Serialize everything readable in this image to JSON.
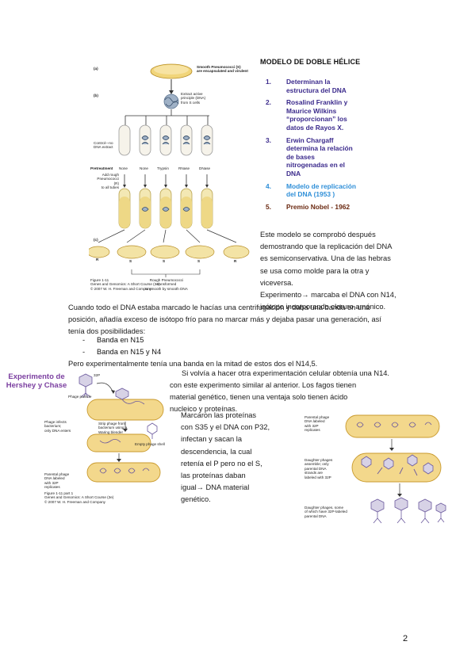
{
  "figure_griffith": {
    "label_a": "(a)",
    "label_b": "(b)",
    "label_c": "(c)",
    "smooth_caption": [
      "Smooth Pneumococci (S)",
      "are encapsulated and virulent"
    ],
    "extract_caption": [
      "Extract active",
      "principle (DNA)",
      "from S cells"
    ],
    "control_caption": [
      "Control—no",
      "DNA extract"
    ],
    "pretreatment_label": "Pretreatment",
    "treatments": [
      "None",
      "None",
      "Trypsin",
      "RNase",
      "DNase"
    ],
    "add_rough_caption": [
      "Add rough",
      "Pneumococci (R)",
      "to all tubes"
    ],
    "plate_letters": [
      "R",
      "S",
      "S",
      "S",
      "R"
    ],
    "rough_caption": [
      "Rough Pneumococci transformed",
      "to smooth by smooth DNA"
    ],
    "figure_number": "Figure 1-11",
    "figure_source": [
      "Genes and Genomics: A Short Course (3e)",
      "© 2007 W. H. Freeman and Company"
    ]
  },
  "model": {
    "title": "MODELO DE DOBLE HÉLICE",
    "items": [
      {
        "num": "1.",
        "lines": [
          "Determinan la",
          "estructura del DNA"
        ]
      },
      {
        "num": "2.",
        "lines": [
          "Rosalind Franklin y",
          "Maurice Wilkins",
          "“proporcionan” los",
          "datos de Rayos X."
        ]
      },
      {
        "num": "3.",
        "lines": [
          "Erwin Chargaff",
          "determina la relación",
          "de bases",
          "nitrogenadas en el",
          "DNA"
        ]
      },
      {
        "num": "4.",
        "lines": [
          "Modelo de replicación",
          "del DNA (1953 )"
        ]
      },
      {
        "num": "5.",
        "lines": [
          "Premio Nobel - 1962"
        ]
      }
    ]
  },
  "right_para": [
    "Este modelo se comprobó después",
    "demostrando que la replicación del DNA",
    "es semiconservativa. Una de las hebras",
    "se usa como molde para la otra y",
    "viceversa.",
    "Experimento→ marcaba el DNA con N14,",
    "isótopo incorporando cloruro amónico."
  ],
  "full_para": [
    "Cuando todo el DNA estaba marcado le hacías una centrifugación y daba una banda en una",
    "posición, añadía exceso de isótopo frío para no marcar más y dejaba pasar una generación, así",
    "tenía dos posibilidades:"
  ],
  "bullets": [
    {
      "dash": "-",
      "text": "Banda en N15"
    },
    {
      "dash": "-",
      "text": "Banda en N15 y N4"
    }
  ],
  "conclusion": "Pero experimentalmente tenía una banda en la mitad de estos dos el N14,5.",
  "hershey": {
    "title": [
      "Experimento de",
      "Hershey y Chase"
    ],
    "para_top": [
      "Si volvía a hacer otra experimentación celular obtenía una N14.",
      "con este experimento similar al anterior. Los fagos tienen",
      "material genético, tienen una ventaja solo tienen ácido",
      "nucleico y proteínas."
    ],
    "para_narrow": [
      "Marcaron las proteínas",
      "con S35 y el DNA con P32,",
      "infectan y sacan la",
      "descendencia, la cual",
      "retenía el P pero no el S,",
      "las proteínas daban",
      "igual→ DNA material",
      "genético."
    ],
    "left_fig": {
      "phage_particle": "Phage particle",
      "p32": "32P",
      "phage_infects": [
        "Phage infects",
        "bacterium;",
        "only DNA enters"
      ],
      "strip": [
        "Strip phage from",
        "bacterium using a",
        "Waring blender"
      ],
      "empty_shell": "Empty phage shell",
      "parental": [
        "Parental phage",
        "DNA labeled",
        "with 32P",
        "replicates"
      ],
      "source": [
        "Figure 1-11 part 1",
        "Genes and Genomics: A Short Course (3e)",
        "© 2007 W. H. Freeman and Company"
      ]
    },
    "right_fig": {
      "parental": [
        "Parental phage",
        "DNA labeled",
        "with 32P",
        "replicates"
      ],
      "daughter_assemble": [
        "Daughter phages",
        "assemble; only",
        "parental DNA",
        "strands are",
        "labeled with 32P"
      ],
      "daughter_some": [
        "Daughter phages, some",
        "of which have 32P-labeled",
        "parental DNA"
      ]
    }
  },
  "page_number": "2",
  "colors": {
    "list_purple": "#3b2a8c",
    "list_blue": "#2f8fd8",
    "list_brown": "#6b2a12",
    "hc_title": "#7b3fa0",
    "cell_fill": "#f3d88c",
    "cell_stroke": "#c99a2e"
  }
}
